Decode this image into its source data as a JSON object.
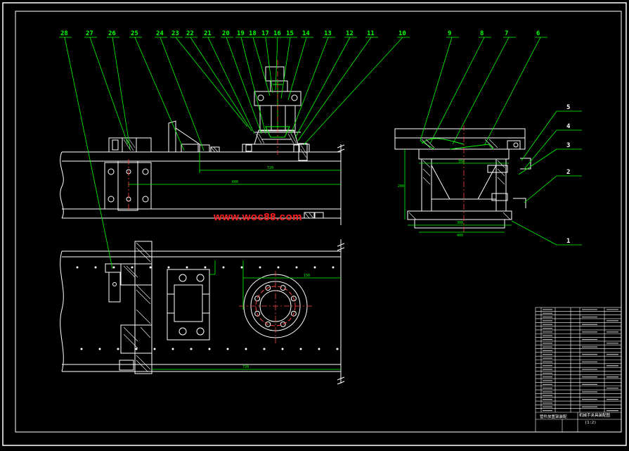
{
  "colors": {
    "background": "#000000",
    "frame": "#ffffff",
    "part": "#ffffff",
    "leader": "#00ff00",
    "dimension": "#00ff00",
    "centerline": "#ff4040",
    "watermark": "#ff1f1f",
    "hatch": "#ffffff"
  },
  "drawing": {
    "watermark": "www.woc88.com",
    "top_balloons": [
      "28",
      "27",
      "26",
      "25",
      "24",
      "23",
      "22",
      "21",
      "20",
      "19",
      "18",
      "17",
      "16",
      "15",
      "14",
      "13",
      "12",
      "11",
      "10",
      "9",
      "8",
      "7",
      "6"
    ],
    "side_balloons": [
      "5",
      "4",
      "3",
      "2",
      "1"
    ],
    "dims": {
      "top_long": "720",
      "top_mid": "600",
      "plan_long": "720",
      "plan_short": "150",
      "side_base": "400",
      "side_inner": "300",
      "side_top": "350",
      "side_height": "200"
    }
  },
  "title_block": {
    "caption_left": "管件放置架装配",
    "caption_right": "机械手夹具装配图",
    "scale": "(1:2)"
  }
}
